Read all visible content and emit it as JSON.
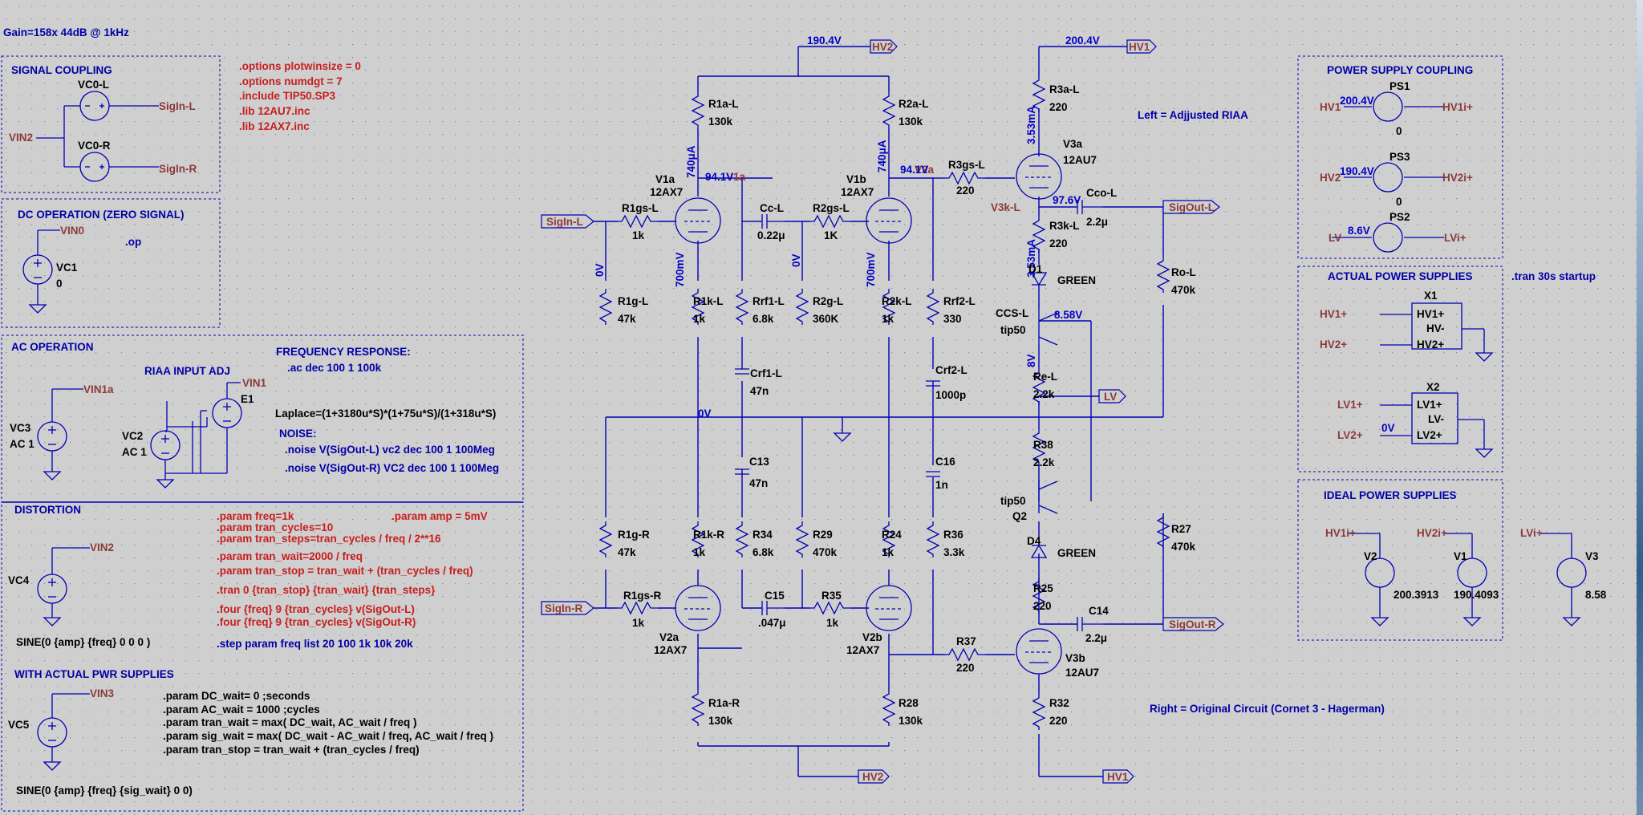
{
  "texts": {
    "t_gain": "Gain=158x 44dB @ 1kHz",
    "t_sigcoup": "SIGNAL COUPLING",
    "t_vc0l": "VC0-L",
    "t_vc0r": "VC0-R",
    "t_sigin_l0": "SigIn-L",
    "t_sigin_r0": "SigIn-R",
    "t_vin2a": "VIN2",
    "t_opt1": ".options plotwinsize = 0",
    "t_opt2": ".options numdgt = 7",
    "t_opt3": ".include TIP50.SP3",
    "t_opt4": ".lib 12AU7.inc",
    "t_opt5": ".lib 12AX7.inc",
    "t_dcop": "DC OPERATION (ZERO SIGNAL)",
    "t_vin0": "VIN0",
    "t_op": ".op",
    "t_vc1": "VC1",
    "t_vc1v": "0",
    "t_acop": "AC OPERATION",
    "t_freqresp": "FREQUENCY RESPONSE:",
    "t_acdec": ".ac dec 100 1 100k",
    "t_riaa": "RIAA INPUT ADJ",
    "t_vin1": "VIN1",
    "t_vin1a": "VIN1a",
    "t_e1": "E1",
    "t_laplace": "Laplace=(1+3180u*S)*(1+75u*S)/(1+318u*S)",
    "t_vc3": "VC3",
    "t_vc3ac": "AC 1",
    "t_vc2": "VC2",
    "t_vc2ac": "AC 1",
    "t_noise": "NOISE:",
    "t_noise1": ".noise V(SigOut-L) vc2 dec 100 1 100Meg",
    "t_noise2": ".noise V(SigOut-R) VC2 dec 100 1 100Meg",
    "t_dist": "DISTORTION",
    "t_pfreq": ".param freq=1k",
    "t_pamp": ".param amp = 5mV",
    "t_pcyc": ".param tran_cycles=10",
    "t_psteps": ".param tran_steps=tran_cycles / freq / 2**16",
    "t_pwait": ".param tran_wait=2000 / freq",
    "t_pstop": ".param tran_stop = tran_wait + (tran_cycles / freq)",
    "t_tran": ".tran 0 {tran_stop} {tran_wait} {tran_steps}",
    "t_four1": ".four {freq} 9 {tran_cycles} v(SigOut-L)",
    "t_four2": ".four {freq} 9 {tran_cycles} v(SigOut-R)",
    "t_step": ".step param freq list 20 100 1k 10k 20k",
    "t_vin2b": "VIN2",
    "t_vc4": "VC4",
    "t_sine1": "SINE(0 {amp} {freq} 0 0 0 )",
    "t_withpwr": "WITH ACTUAL PWR SUPPLIES",
    "t_vin3": "VIN3",
    "t_dcwait": ".param DC_wait= 0 ;seconds",
    "t_acwait": ".param AC_wait = 1000 ;cycles",
    "t_tranwait2": ".param tran_wait = max( DC_wait, AC_wait / freq )",
    "t_sigwait": ".param sig_wait = max( DC_wait - AC_wait / freq, AC_wait / freq )",
    "t_transtop2": ".param tran_stop = tran_wait + (tran_cycles / freq)",
    "t_vc5": "VC5",
    "t_sine2": "SINE(0 {amp} {freq} {sig_wait} 0 0)",
    "t_v190top": "190.4V",
    "t_hv2top": "HV2",
    "t_v200top": "200.4V",
    "t_hv1top": "HV1",
    "t_r1al": "R1a-L",
    "t_r1alv": "130k",
    "t_r2al": "R2a-L",
    "t_r2alv": "130k",
    "t_r3al": "R3a-L",
    "t_r3alv": "220",
    "t_i740a": "740μA",
    "t_i740b": "740μA",
    "t_i353a": "3.53mA",
    "t_i353b": "3.53mA",
    "t_v1a": "V1a",
    "t_v1am": "12AX7",
    "t_v1b": "V1b",
    "t_v1bm": "12AX7",
    "t_v3a": "V3a",
    "t_v3am": "12AU7",
    "t_v941a": "94.1V",
    "t_v1aover": "V1a",
    "t_v941b": "94.1V",
    "t_v1bover": "V2a",
    "t_leftnote": "Left = Adjjusted RIAA",
    "t_sigin_l": "SigIn-L",
    "t_r1gsl": "R1gs-L",
    "t_r1gslv": "1k",
    "t_ccl": "Cc-L",
    "t_cclv": "0.22μ",
    "t_r2gsl": "R2gs-L",
    "t_r2gslv": "1K",
    "t_r3gsl": "R3gs-L",
    "t_r3gslv": "220",
    "t_v3kl": "V3k-L",
    "t_v976": "97.6V",
    "t_ccol": "Cco-L",
    "t_ccolv": "2.2μ",
    "t_sigout_l": "SigOut-L",
    "t_r3kl": "R3k-L",
    "t_r3klv": "220",
    "t_d1": "D1",
    "t_d1c": "GREEN",
    "t_rol": "Ro-L",
    "t_rolv": "470k",
    "t_ccsl": "CCS-L",
    "t_tip50a": "tip50",
    "t_v858": "8.58V",
    "t_v8": "8V",
    "t_rel": "Re-L",
    "t_relv": "2.2k",
    "t_lv": "LV",
    "t_r38": "R38",
    "t_r38v": "2.2k",
    "t_tip50b": "tip50",
    "t_q2": "Q2",
    "t_d4": "D4",
    "t_d4c": "GREEN",
    "t_r25": "R25",
    "t_r25v": "220",
    "t_r27": "R27",
    "t_r27v": "470k",
    "t_0v1": "0V",
    "t_0v2": "0V",
    "t_0v3": "0V",
    "t_700a": "700mV",
    "t_700b": "700mV",
    "t_r1gl": "R1g-L",
    "t_r1glv": "47k",
    "t_r1kl": "R1k-L",
    "t_r1klv": "1k",
    "t_rrf1l": "Rrf1-L",
    "t_rrf1lv": "6.8k",
    "t_r2gl": "R2g-L",
    "t_r2glv": "360K",
    "t_r2kl": "R2k-L",
    "t_r2klv": "1k",
    "t_rrf2l": "Rrf2-L",
    "t_rrf2lv": "330",
    "t_crf1l": "Crf1-L",
    "t_crf1lv": "47n",
    "t_crf2l": "Crf2-L",
    "t_crf2lv": "1000p",
    "t_c13": "C13",
    "t_c13v": "47n",
    "t_c16": "C16",
    "t_c16v": "1n",
    "t_r1gr": "R1g-R",
    "t_r1grv": "47k",
    "t_r1kr": "R1k-R",
    "t_r1krv": "1k",
    "t_r34": "R34",
    "t_r34v": "6.8k",
    "t_r29": "R29",
    "t_r29v": "470k",
    "t_r24": "R24",
    "t_r24v": "1k",
    "t_r36": "R36",
    "t_r36v": "3.3k",
    "t_sigin_r": "SigIn-R",
    "t_r1gsr": "R1gs-R",
    "t_r1gsrv": "1k",
    "t_c15": "C15",
    "t_c15v": ".047μ",
    "t_r35": "R35",
    "t_r35v": "1k",
    "t_v2a": "V2a",
    "t_v2am": "12AX7",
    "t_v2b": "V2b",
    "t_v2bm": "12AX7",
    "t_r37": "R37",
    "t_r37v": "220",
    "t_v3b": "V3b",
    "t_v3bm": "12AU7",
    "t_c14": "C14",
    "t_c14v": "2.2μ",
    "t_sigout_r": "SigOut-R",
    "t_r1ar": "R1a-R",
    "t_r1arv": "130k",
    "t_r28": "R28",
    "t_r28v": "130k",
    "t_r32": "R32",
    "t_r32v": "220",
    "t_hv2bot": "HV2",
    "t_hv1bot": "HV1",
    "t_rightnote": "Right = Original Circuit (Cornet 3 - Hagerman)",
    "t_pscoup": "POWER SUPPLY COUPLING",
    "t_ps1": "PS1",
    "t_ps1v": "0",
    "t_ps1volt": "200.4V",
    "t_ps3": "PS3",
    "t_ps3v": "0",
    "t_ps3volt": "190.4V",
    "t_ps2": "PS2",
    "t_ps2volt": "8.6V",
    "t_hv1a": "HV1",
    "t_hv1ip": "HV1i+",
    "t_hv2a": "HV2",
    "t_hv2ip": "HV2i+",
    "t_lva": "LV",
    "t_lvip": "LVi+",
    "t_actual": "ACTUAL POWER SUPPLIES",
    "t_tran30": ".tran 30s startup",
    "t_x1": "X1",
    "t_hv1p_n": "HV1+",
    "t_hv2p_n": "HV2+",
    "t_x1p1": "HV1+",
    "t_x1p2": "HV-",
    "t_x1p3": "HV2+",
    "t_x2": "X2",
    "t_lv1p_n": "LV1+",
    "t_lv2p_n": "LV2+",
    "t_x2p1": "LV1+",
    "t_x2p2": "LV-",
    "t_x2p3": "LV2+",
    "t_0v4": "0V",
    "t_ideal": "IDEAL POWER SUPPLIES",
    "t_ihv1": "HV1i+",
    "t_ihv2": "HV2i+",
    "t_ilv": "LVi+",
    "t_iv2": "V2",
    "t_iv2v": "200.3913",
    "t_iv1": "V1",
    "t_iv1v": "190.4093",
    "t_iv3": "V3",
    "t_iv3v": "8.58"
  }
}
